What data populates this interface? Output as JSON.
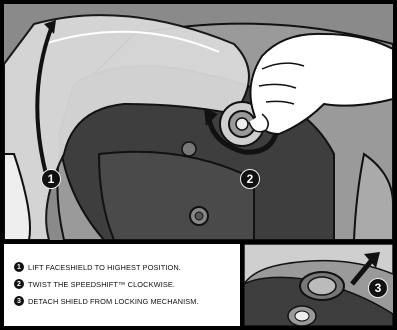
{
  "steps": [
    {
      "num": "1",
      "text": "LIFT FACESHIELD TO HIGHEST POSITION."
    },
    {
      "num": "2",
      "text": "TWIST THE SPEEDSHIFT™ CLOCKWISE."
    },
    {
      "num": "3",
      "text": "DETACH SHIELD FROM LOCKING MECHANISM."
    }
  ],
  "callouts": {
    "lift": "1",
    "twist": "2",
    "detach": "3"
  },
  "colors": {
    "background": "#8a8a8a",
    "helmet_dark": "#3e3e3e",
    "shield": "#d9d9d9",
    "outline": "#111111"
  }
}
